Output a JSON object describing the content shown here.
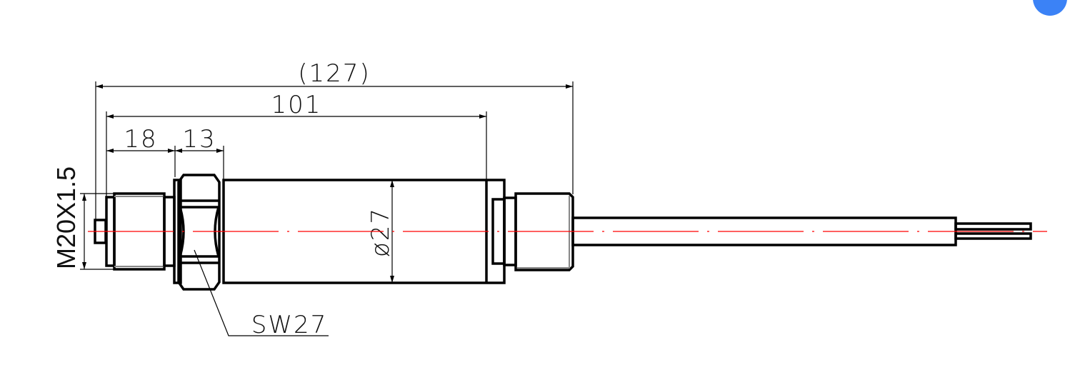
{
  "drawing": {
    "dimensions": {
      "overall_length": "(127)",
      "body_length": "101",
      "thread_length": "18",
      "nut_width": "13",
      "diameter": "ø27",
      "thread_spec": "M20X1.5",
      "wrench_size": "SW27"
    },
    "colors": {
      "outline": "#000000",
      "centerline": "#ff0000",
      "badge": "#3b82f6"
    }
  }
}
